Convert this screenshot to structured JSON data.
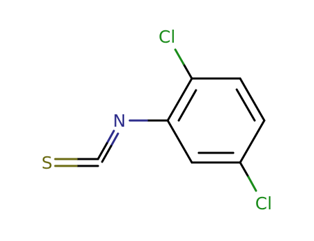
{
  "molecule": {
    "atoms": {
      "cl_top": {
        "label": "Cl",
        "color": "#1a8c1a"
      },
      "cl_bottom": {
        "label": "Cl",
        "color": "#1a8c1a"
      },
      "n": {
        "label": "N",
        "color": "#2e2e8c"
      },
      "s": {
        "label": "S",
        "color": "#6b6b12"
      }
    },
    "bond_color": "#000000"
  }
}
